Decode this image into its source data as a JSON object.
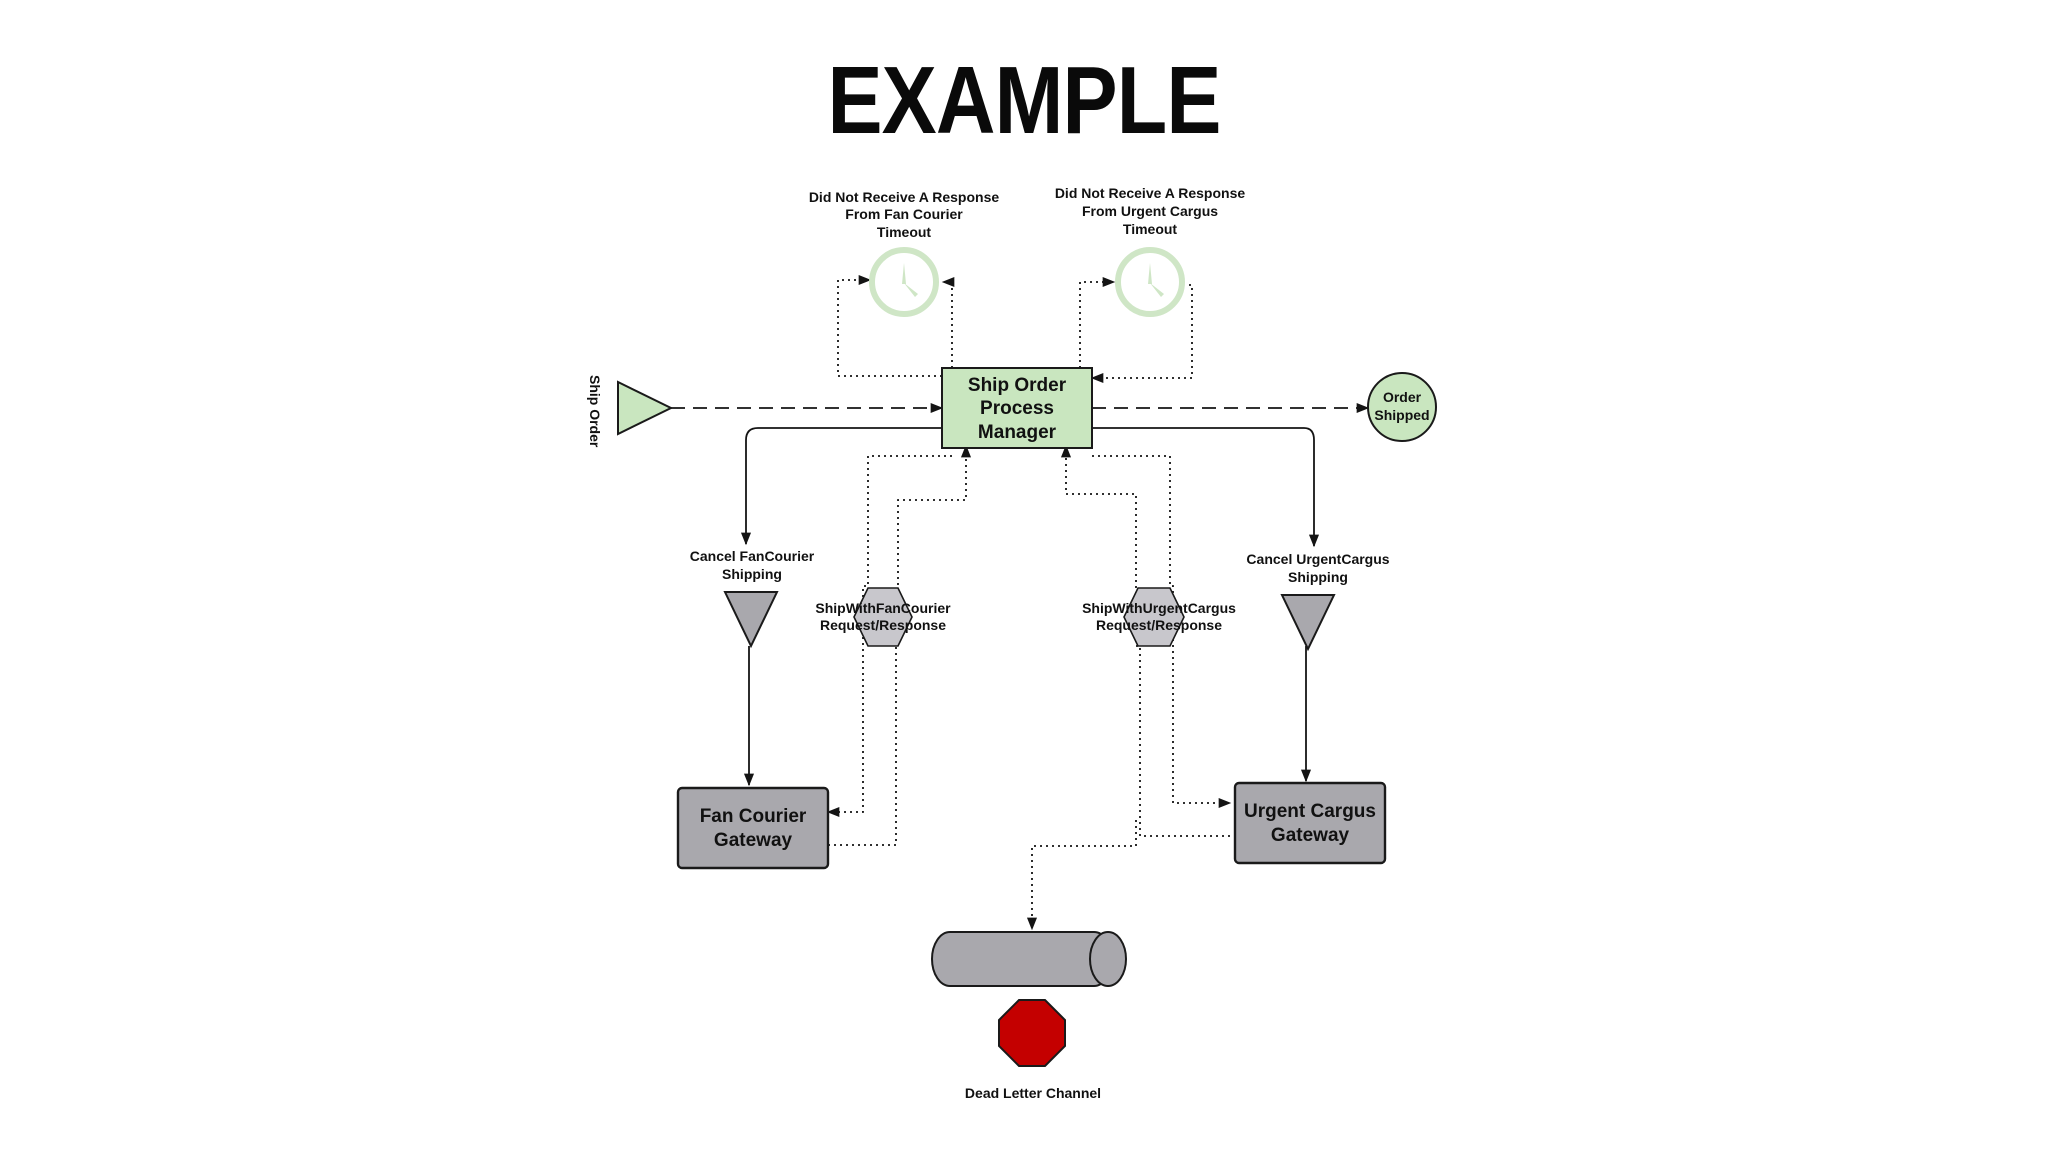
{
  "title": "EXAMPLE",
  "colors": {
    "green_fill": "#c9e6bf",
    "green_stroke": "#8fc28a",
    "clock_stroke": "#cfe6c6",
    "gray_fill": "#a9a8ad",
    "gray_light": "#c8c7cc",
    "red_fill": "#c40000",
    "line": "#141414"
  },
  "nodes": {
    "process_manager": [
      "Ship Order",
      "Process",
      "Manager"
    ],
    "ship_order": "Ship Order",
    "order_shipped": [
      "Order",
      "Shipped"
    ],
    "timeout_fan": [
      "Did Not Receive A Response",
      "From Fan Courier",
      "Timeout"
    ],
    "timeout_urgent": [
      "Did Not Receive A Response",
      "From Urgent Cargus",
      "Timeout"
    ],
    "cancel_fan": [
      "Cancel FanCourier",
      "Shipping"
    ],
    "cancel_urgent": [
      "Cancel UrgentCargus",
      "Shipping"
    ],
    "req_fan": [
      "ShipWithFanCourier",
      "Request/Response"
    ],
    "req_urgent": [
      "ShipWithUrgentCargus",
      "Request/Response"
    ],
    "fan_gateway": [
      "Fan Courier",
      "Gateway"
    ],
    "urgent_gateway": [
      "Urgent Cargus",
      "Gateway"
    ],
    "dead_letter": "Dead Letter Channel"
  },
  "icons": {
    "clock": "clock-icon",
    "ship_order": "triangle-right-icon",
    "cancel": "triangle-down-icon",
    "order_shipped": "circle-end-icon",
    "request_reply": "hexagon-icon",
    "channel": "cylinder-icon",
    "dead_letter": "octagon-stop-icon"
  }
}
